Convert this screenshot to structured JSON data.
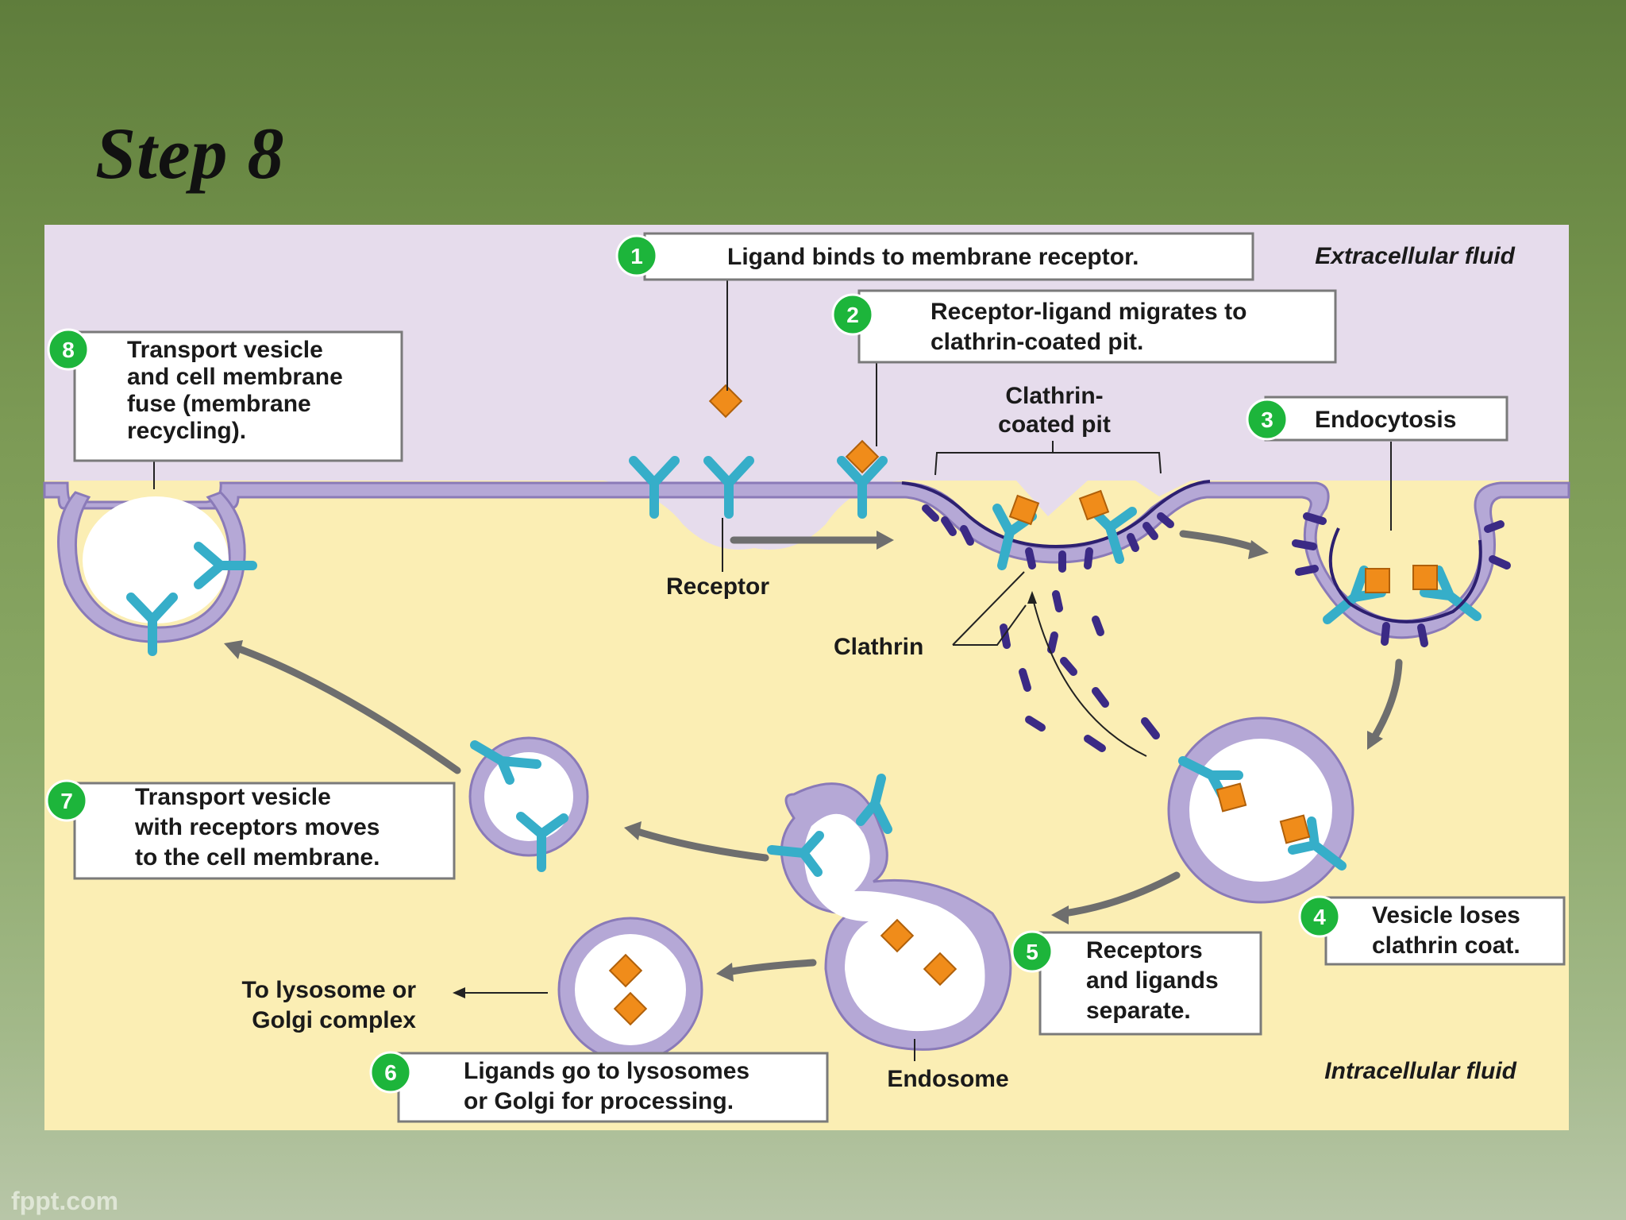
{
  "title": "Step 8",
  "watermark": "fppt.com",
  "regions": {
    "extracellular": "Extracellular fluid",
    "intracellular": "Intracellular fluid"
  },
  "steps": [
    {
      "num": "1",
      "lines": [
        "Ligand binds to membrane receptor."
      ]
    },
    {
      "num": "2",
      "lines": [
        "Receptor-ligand migrates to",
        "clathrin-coated pit."
      ]
    },
    {
      "num": "3",
      "lines": [
        "Endocytosis"
      ]
    },
    {
      "num": "4",
      "lines": [
        "Vesicle loses",
        "clathrin coat."
      ]
    },
    {
      "num": "5",
      "lines": [
        "Receptors",
        "and ligands",
        "separate."
      ]
    },
    {
      "num": "6",
      "lines": [
        "Ligands go to lysosomes",
        "or Golgi for processing."
      ]
    },
    {
      "num": "7",
      "lines": [
        "Transport vesicle",
        "with receptors moves",
        "to the cell membrane."
      ]
    },
    {
      "num": "8",
      "lines": [
        "Transport vesicle",
        "and cell membrane",
        "fuse (membrane",
        "recycling)."
      ]
    }
  ],
  "labels": {
    "receptor": "Receptor",
    "clathrin_pit": [
      "Clathrin-",
      "coated pit"
    ],
    "clathrin": "Clathrin",
    "endosome": "Endosome",
    "lysosome": [
      "To lysosome or",
      "Golgi complex"
    ]
  },
  "colors": {
    "extracellular_bg": "#e6dcec",
    "intracellular_bg": "#fbeeb4",
    "membrane": "#b5a8d6",
    "receptor": "#36aec9",
    "ligand": "#f08c1a",
    "clathrin": "#3b2a85",
    "badge": "#1db53b"
  }
}
